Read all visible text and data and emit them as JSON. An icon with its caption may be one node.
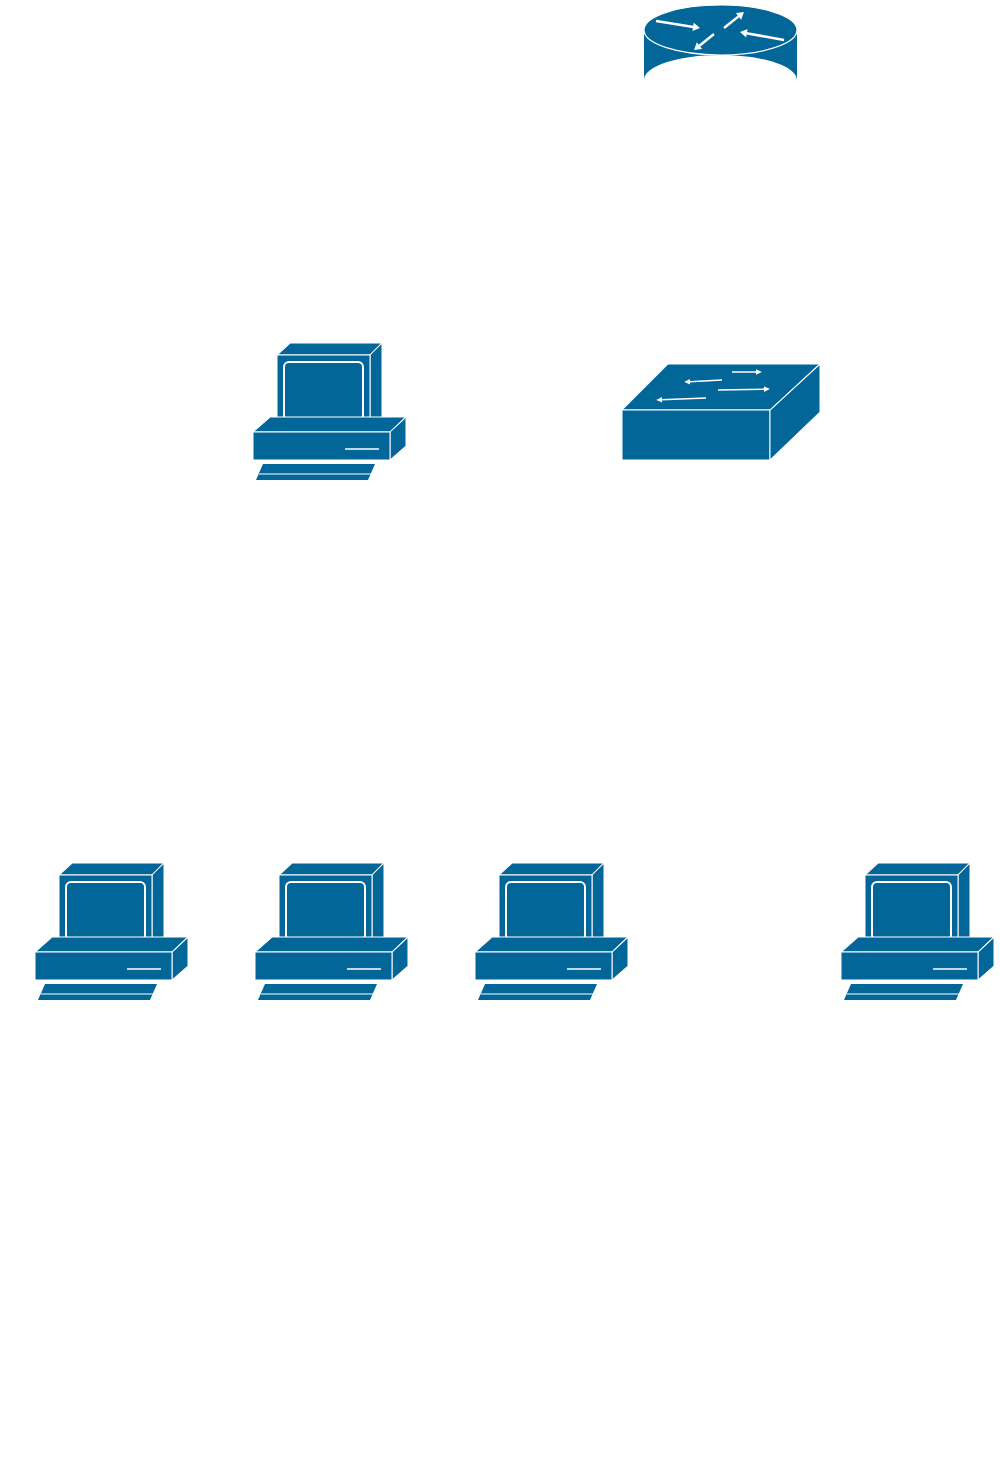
{
  "diagram": {
    "nodes": [
      {
        "text": [],
        "shape": "router"
      },
      {
        "text": [],
        "shape": "computer"
      },
      {
        "text": [],
        "shape": "switch"
      },
      {
        "text": [],
        "shape": "computer"
      },
      {
        "text": [],
        "shape": "computer"
      },
      {
        "text": [],
        "shape": "computer"
      },
      {
        "text": [],
        "shape": "computer"
      }
    ]
  }
}
